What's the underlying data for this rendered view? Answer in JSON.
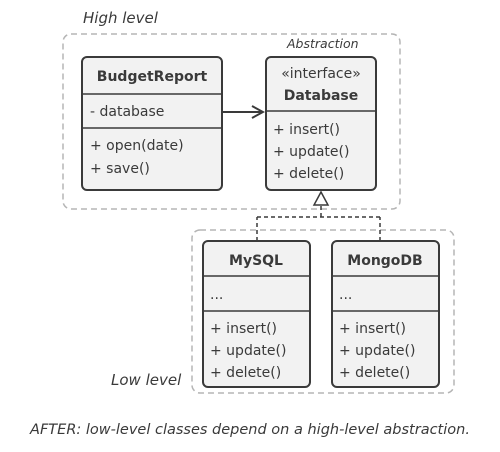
{
  "diagram": {
    "high_level_label": "High level",
    "abstraction_label": "Abstraction",
    "low_level_label": "Low level",
    "caption": "AFTER: low-level classes depend on a high-level abstraction.",
    "colors": {
      "box_fill": "#f2f2f2",
      "box_stroke": "#3a3a3a",
      "text": "#3a3a3a",
      "dashed_group": "#b5b5b5",
      "arrow": "#3a3a3a"
    },
    "classes": {
      "budget_report": {
        "name": "BudgetReport",
        "fields": [
          "- database"
        ],
        "methods": [
          "+ open(date)",
          "+ save()"
        ]
      },
      "database": {
        "stereotype": "«interface»",
        "name": "Database",
        "methods": [
          "+ insert()",
          "+ update()",
          "+ delete()"
        ]
      },
      "mysql": {
        "name": "MySQL",
        "fields": [
          "..."
        ],
        "methods": [
          "+ insert()",
          "+ update()",
          "+ delete()"
        ]
      },
      "mongodb": {
        "name": "MongoDB",
        "fields": [
          "..."
        ],
        "methods": [
          "+ insert()",
          "+ update()",
          "+ delete()"
        ]
      }
    }
  }
}
